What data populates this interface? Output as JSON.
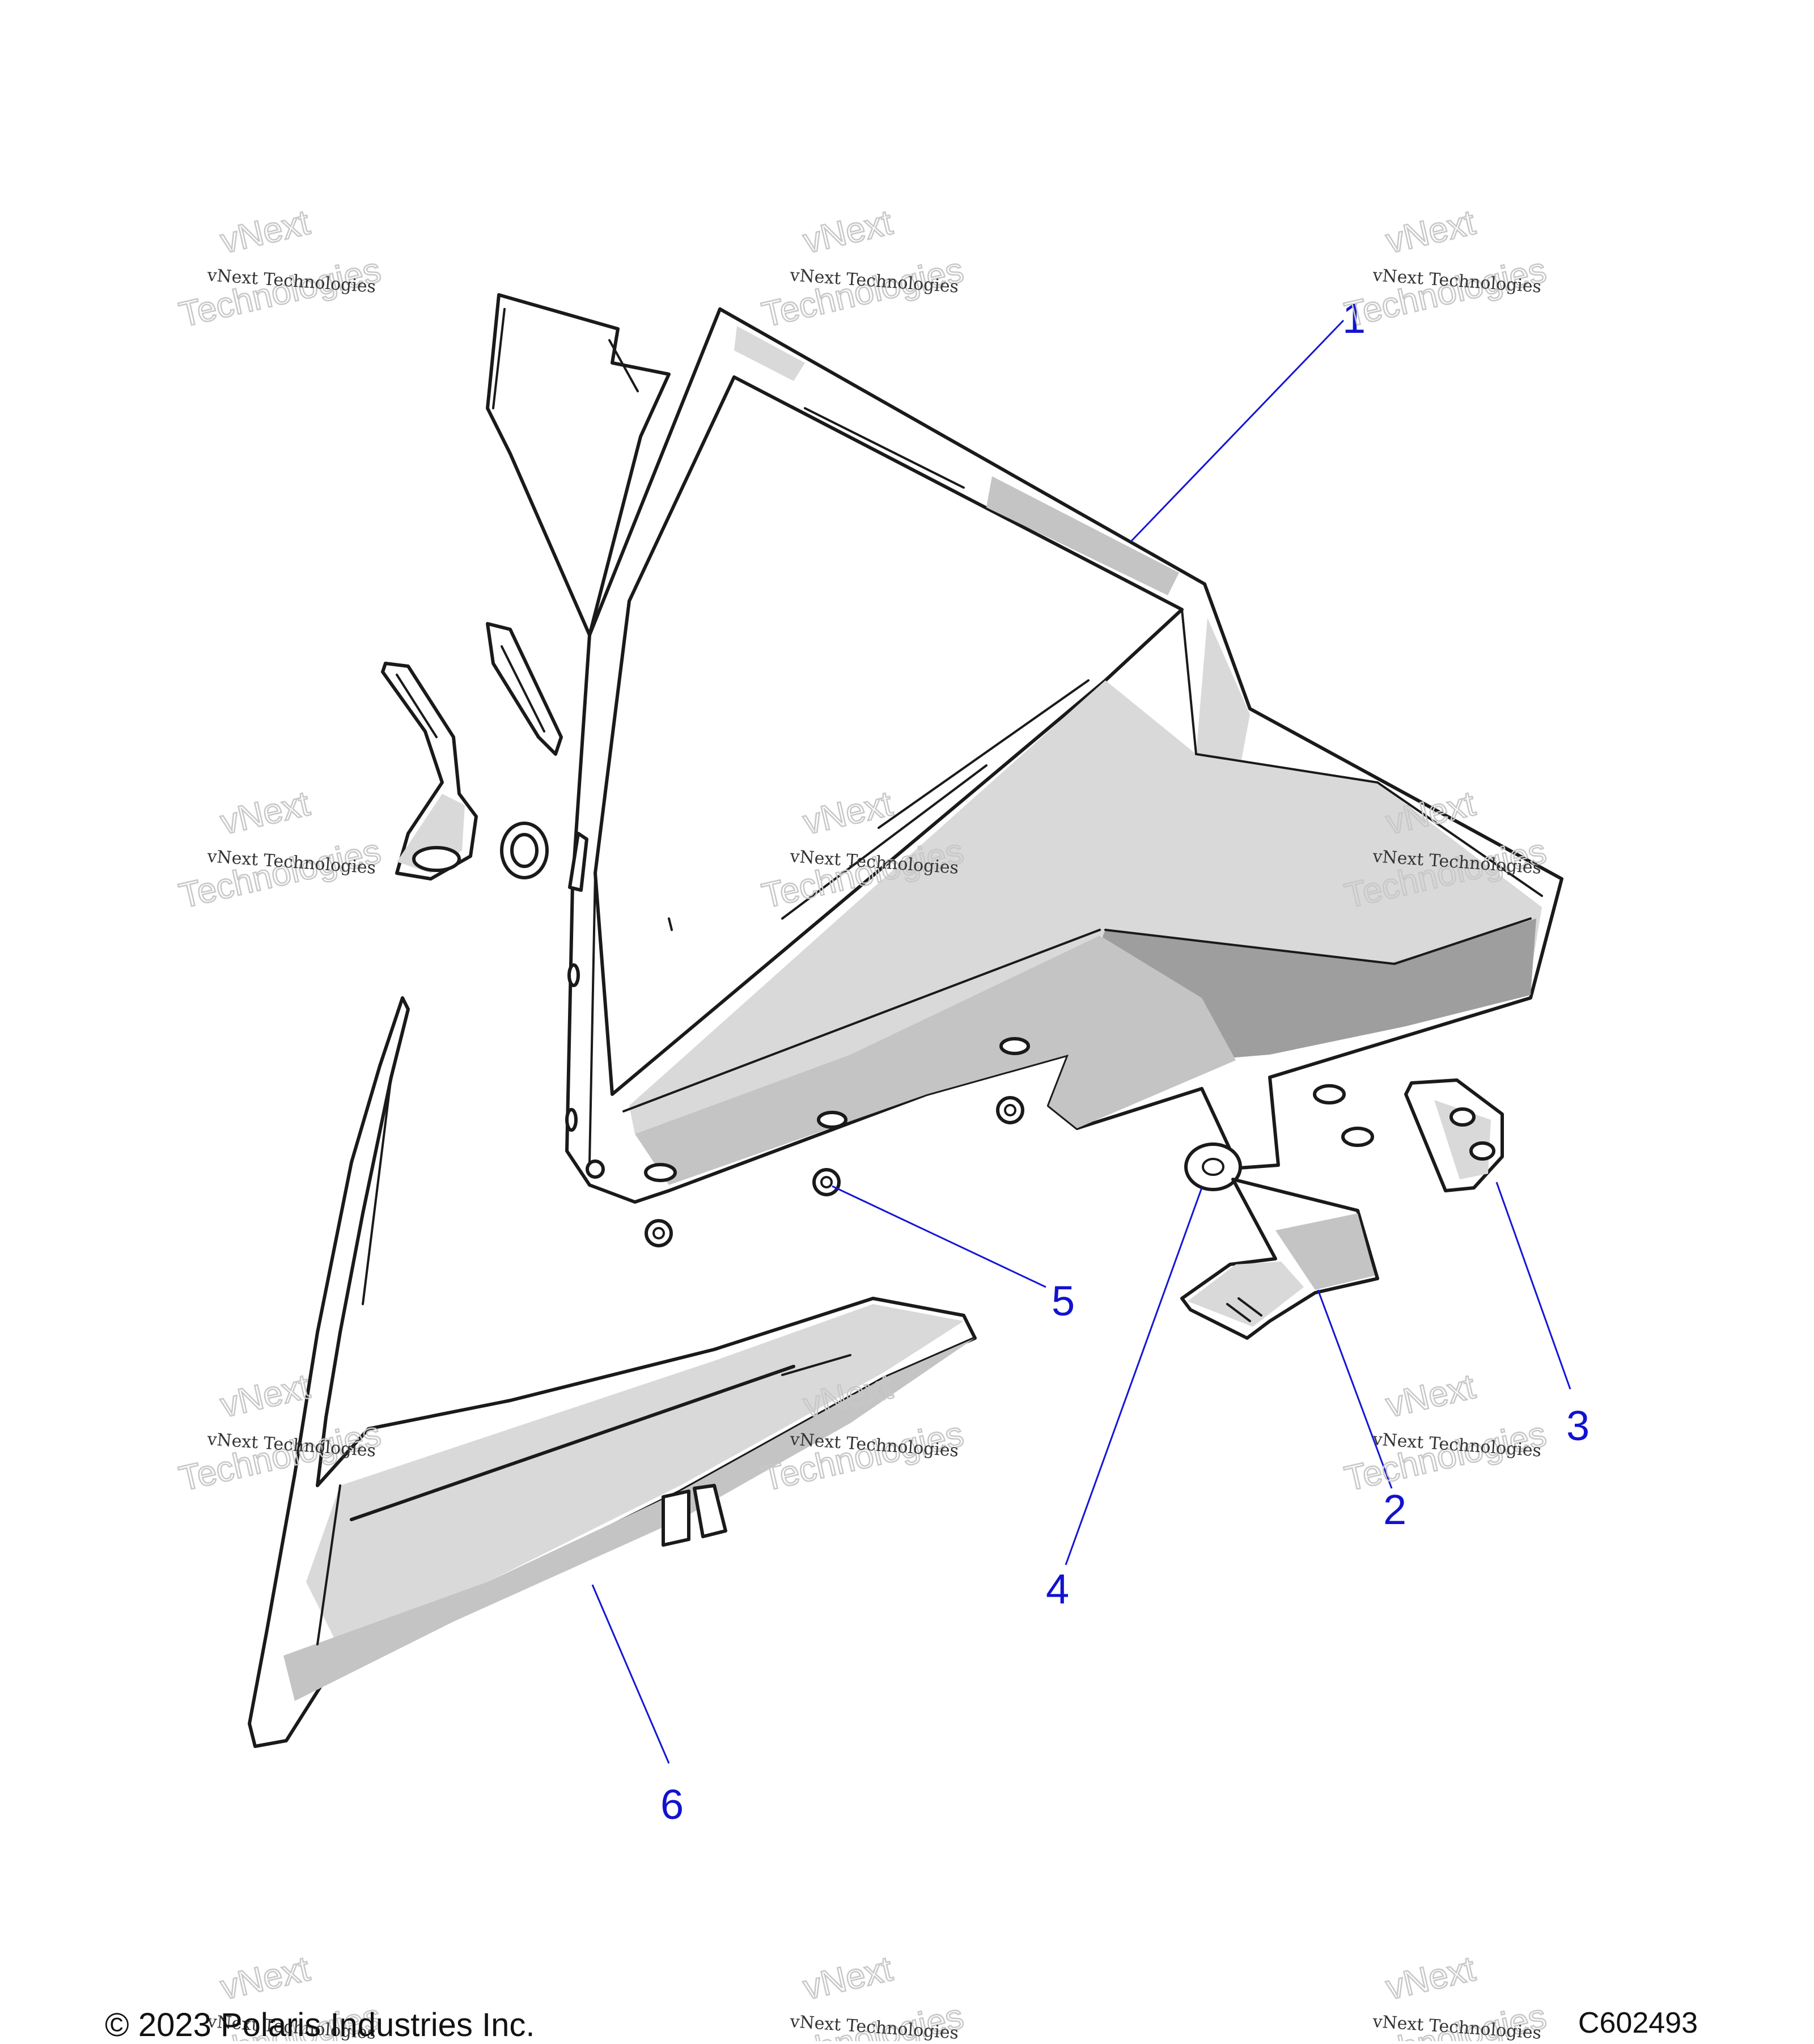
{
  "callouts": [
    {
      "id": "callout-1",
      "label": "1"
    },
    {
      "id": "callout-2",
      "label": "2"
    },
    {
      "id": "callout-3",
      "label": "3"
    },
    {
      "id": "callout-4",
      "label": "4"
    },
    {
      "id": "callout-5",
      "label": "5"
    },
    {
      "id": "callout-6",
      "label": "6"
    }
  ],
  "watermark": {
    "line_small": "vNext Technologies",
    "ghost_top": "vNext",
    "ghost_bottom": "Technologies"
  },
  "footer": {
    "copyright": "© 2023 Polaris Industries Inc.",
    "drawing_id": "C602493"
  },
  "colors": {
    "callout": "#1212d0",
    "leader": "#1515d6",
    "shade_light": "#d9d9d9",
    "shade_dark": "#9e9e9e"
  }
}
